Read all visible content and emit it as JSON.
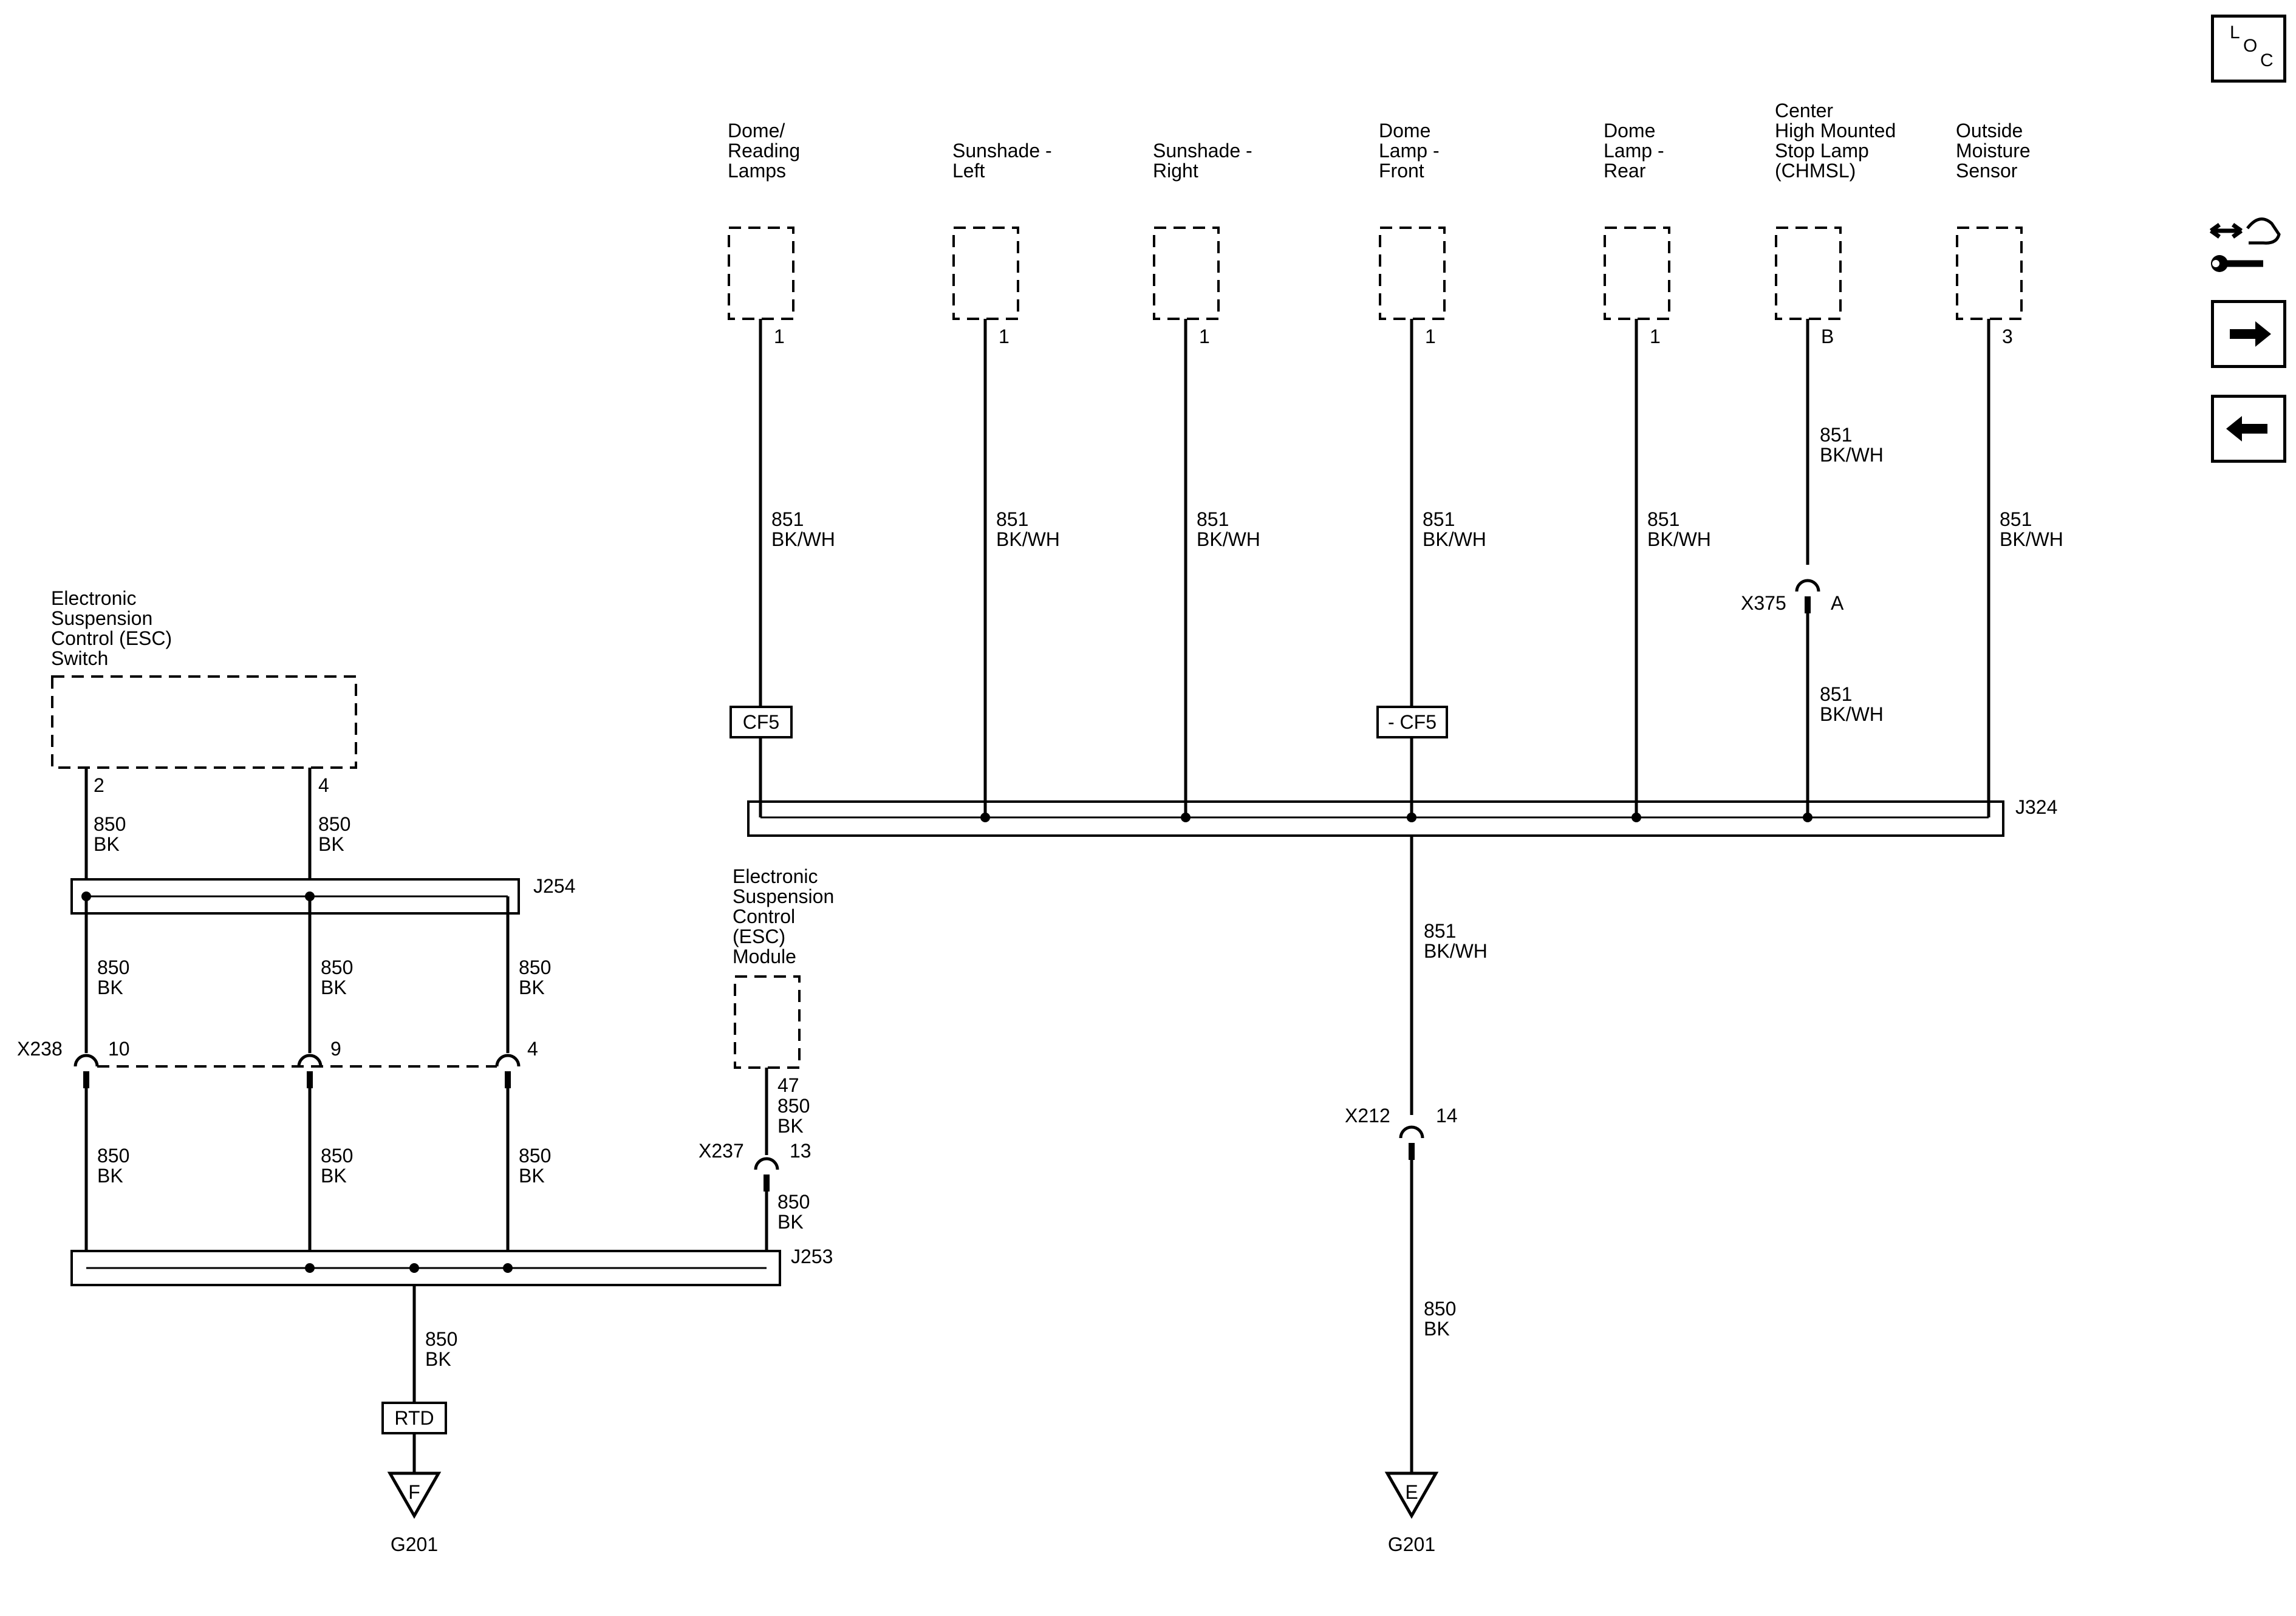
{
  "components": {
    "dome_reading": [
      "Dome/",
      "Reading",
      "Lamps"
    ],
    "sunshade_left": [
      "Sunshade -",
      "Left"
    ],
    "sunshade_right": [
      "Sunshade -",
      "Right"
    ],
    "dome_front": [
      "Dome",
      "Lamp -",
      "Front"
    ],
    "dome_rear": [
      "Dome",
      "Lamp -",
      "Rear"
    ],
    "chmsl": [
      "Center",
      "High Mounted",
      "Stop Lamp",
      "(CHMSL)"
    ],
    "moisture": [
      "Outside",
      "Moisture",
      "Sensor"
    ],
    "esc_switch": [
      "Electronic",
      "Suspension",
      "Control (ESC)",
      "Switch"
    ],
    "esc_module": [
      "Electronic",
      "Suspension",
      "Control",
      "(ESC)",
      "Module"
    ]
  },
  "pins": {
    "dome_reading": "1",
    "sunshade_left": "1",
    "sunshade_right": "1",
    "dome_front": "1",
    "dome_rear": "1",
    "chmsl": "B",
    "moisture": "3",
    "esc_switch_a": "2",
    "esc_switch_b": "4",
    "esc_module": "47"
  },
  "wires": {
    "w851": [
      "851",
      "BK/WH"
    ],
    "w850": [
      "850",
      "BK"
    ]
  },
  "splices": {
    "j324": "J324",
    "j254": "J254",
    "j253": "J253"
  },
  "connectors": {
    "x375": "X375",
    "x375_pin": "A",
    "x238": "X238",
    "x238_pins": [
      "10",
      "9",
      "4"
    ],
    "x237": "X237",
    "x237_pin": "13",
    "x212": "X212",
    "x212_pin": "14"
  },
  "options": {
    "cf5": "CF5",
    "cf5_neg": "- CF5",
    "rtd": "RTD"
  },
  "grounds": {
    "left": {
      "letter": "F",
      "label": "G201"
    },
    "right": {
      "letter": "E",
      "label": "G201"
    }
  },
  "sidebar": {
    "loc": [
      "L",
      "O",
      "C"
    ],
    "icons": [
      "service-icon",
      "next-arrow-icon",
      "previous-arrow-icon"
    ]
  }
}
